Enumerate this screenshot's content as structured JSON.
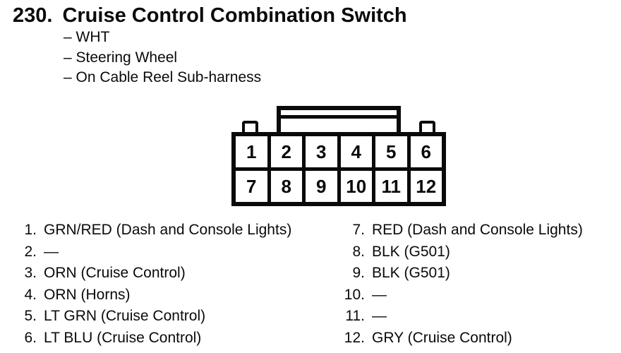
{
  "document": {
    "item_number": "230.",
    "title": "Cruise Control Combination Switch",
    "attributes": [
      "– WHT",
      "– Steering Wheel",
      "– On Cable Reel Sub-harness"
    ]
  },
  "connector": {
    "pins_top": [
      "1",
      "2",
      "3",
      "4",
      "5",
      "6"
    ],
    "pins_bottom": [
      "7",
      "8",
      "9",
      "10",
      "11",
      "12"
    ]
  },
  "pin_descriptions": {
    "left": [
      {
        "num": "1.",
        "desc": "GRN/RED (Dash and Console Lights)"
      },
      {
        "num": "2.",
        "desc": "—"
      },
      {
        "num": "3.",
        "desc": "ORN (Cruise Control)"
      },
      {
        "num": "4.",
        "desc": "ORN (Horns)"
      },
      {
        "num": "5.",
        "desc": "LT GRN (Cruise Control)"
      },
      {
        "num": "6.",
        "desc": "LT BLU (Cruise Control)"
      }
    ],
    "right": [
      {
        "num": "7.",
        "desc": "RED (Dash and Console Lights)"
      },
      {
        "num": "8.",
        "desc": "BLK (G501)"
      },
      {
        "num": "9.",
        "desc": "BLK (G501)"
      },
      {
        "num": "10.",
        "desc": "—"
      },
      {
        "num": "11.",
        "desc": "—"
      },
      {
        "num": "12.",
        "desc": "GRY (Cruise Control)"
      }
    ]
  },
  "colors": {
    "ink": "#0a0a0a",
    "paper": "#ffffff"
  }
}
